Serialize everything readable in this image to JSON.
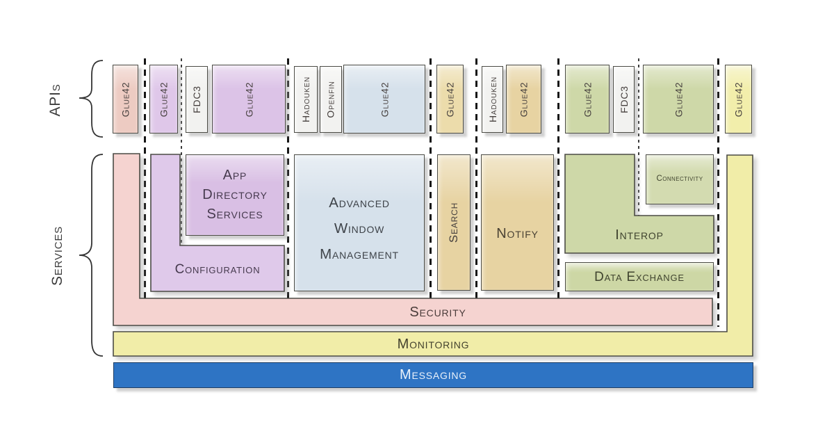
{
  "side_labels": {
    "apis": "APIs",
    "services": "Services"
  },
  "api_row": {
    "boxes": [
      {
        "label": "Glue42",
        "color": "#edcbc2"
      },
      {
        "label": "Glue42",
        "color": "#dfc7e9"
      },
      {
        "label": "FDC3",
        "color": "#f2f2f0"
      },
      {
        "label": "Glue42",
        "color": "#dcc3e7"
      },
      {
        "label": "Hadouken",
        "color": "#f2f2f0"
      },
      {
        "label": "Openfin",
        "color": "#f2f2f0"
      },
      {
        "label": "Glue42",
        "color": "#d6e1eb"
      },
      {
        "label": "Glue42",
        "color": "#ecdcab"
      },
      {
        "label": "Hadouken",
        "color": "#f2f2f0"
      },
      {
        "label": "Glue42",
        "color": "#e7d3a2"
      },
      {
        "label": "Glue42",
        "color": "#ced8a8"
      },
      {
        "label": "FDC3",
        "color": "#f2f2f0"
      },
      {
        "label": "Glue42",
        "color": "#ced8a8"
      },
      {
        "label": "Glue42",
        "color": "#f2eeab"
      }
    ]
  },
  "services": {
    "app_directory": {
      "lines": [
        "App",
        "Directory",
        "Services"
      ]
    },
    "configuration": "Configuration",
    "awm": {
      "lines": [
        "Advanced",
        "Window",
        "Management"
      ]
    },
    "search": "Search",
    "notify": "Notify",
    "interop": "Interop",
    "connectivity": "Connectivity",
    "data_exchange": "Data Exchange",
    "security": "Security",
    "monitoring": "Monitoring",
    "messaging": "Messaging"
  },
  "colors": {
    "salmon": "#edcbc2",
    "purple": "#dfc7e9",
    "neutral": "#f2f2f0",
    "blue": "#d6e1eb",
    "tan": "#e7d3a2",
    "green": "#ced8a8",
    "yellow": "#f2eeab",
    "security_band": "#f5d3d0",
    "monitoring_band": "#f1eda8",
    "messaging_band": "#2e74c4",
    "border": "#4b4b45"
  }
}
